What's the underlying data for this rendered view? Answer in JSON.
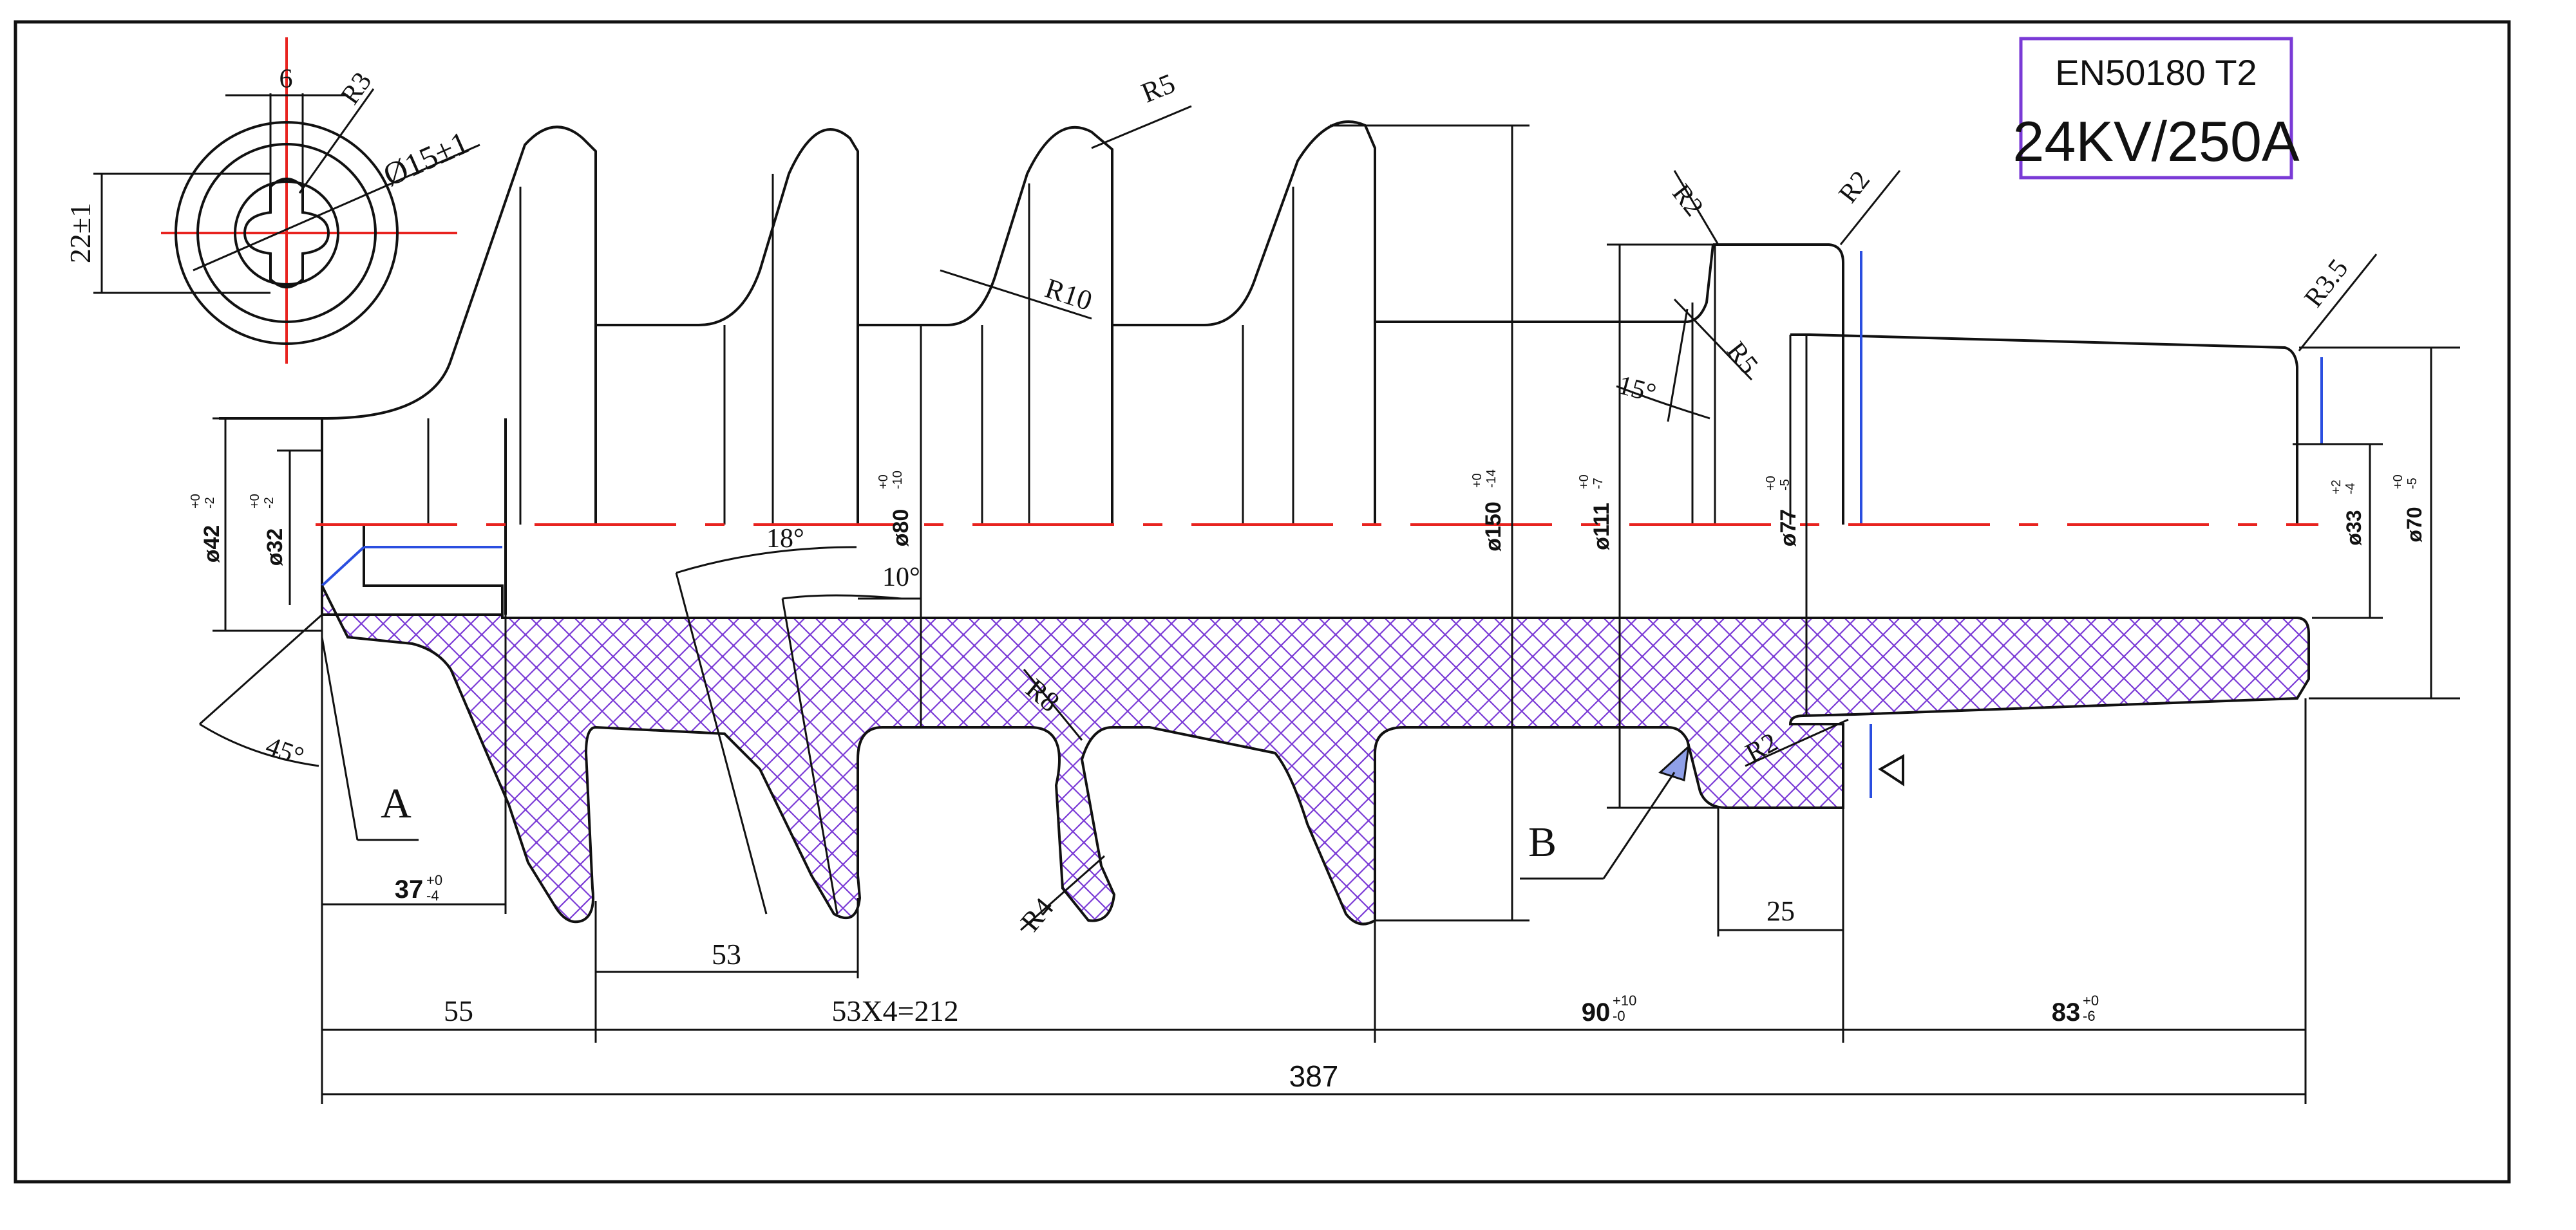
{
  "title_block": {
    "standard": "EN50180 T2",
    "rating": "24KV/250A",
    "border_color": "#7a3ad6"
  },
  "hatch_color": "#7a3ad6",
  "centerline_color": "#e8231f",
  "accent_line_color": "#2a4ee0",
  "section_view": {
    "width_label": "6",
    "radius_label": "R3",
    "diameter_label": "Ø15±1",
    "height_label": "22±1"
  },
  "radii": {
    "r5_top": "R5",
    "r10": "R10",
    "r8": "R8",
    "r4": "R4",
    "r2_left": "R2",
    "r2_right": "R2",
    "r5_right": "R5",
    "r2_bottom": "R2",
    "r3_5": "R3.5"
  },
  "angles": {
    "a18": "18°",
    "a10": "10°",
    "a45": "45°",
    "a15": "15°"
  },
  "diameters": {
    "d42": "ø42",
    "d42_tol": "+0\n-2",
    "d32": "ø32",
    "d32_tol": "+0\n-2",
    "d80": "ø80",
    "d80_tol": "+0\n-10",
    "d150": "ø150",
    "d150_tol": "+0\n-14",
    "d111": "ø111",
    "d111_tol": "+0\n-7",
    "d77": "ø77",
    "d77_tol": "+0\n-5",
    "d33": "ø33",
    "d33_tol": "+2\n-4",
    "d70": "ø70",
    "d70_tol": "+0\n-5"
  },
  "lengths": {
    "l37": "37",
    "l37_tol": "+0\n-4",
    "l53": "53",
    "l55": "55",
    "l212": "53X4=212",
    "l90": "90",
    "l90_tol": "+10\n-0",
    "l25": "25",
    "l83": "83",
    "l83_tol": "+0\n-6",
    "l387": "387"
  },
  "callouts": {
    "a": "A",
    "b": "B"
  }
}
